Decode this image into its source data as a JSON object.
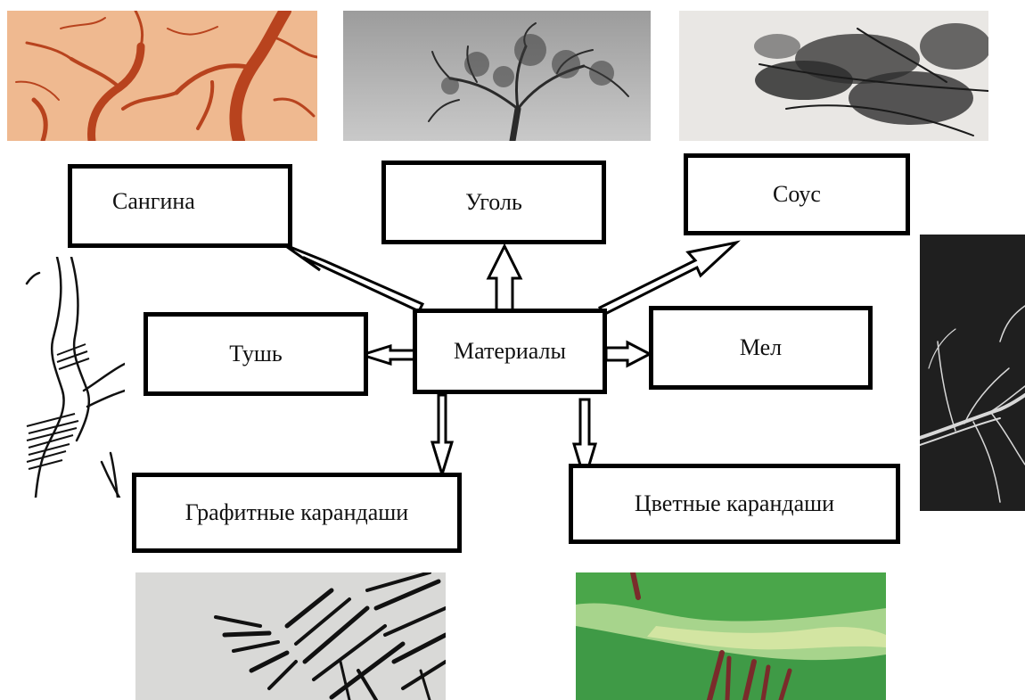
{
  "diagram": {
    "center": {
      "label": "Материалы"
    },
    "nodes": {
      "sangina": "Сангина",
      "ugol": "Уголь",
      "sous": "Соус",
      "tush": "Тушь",
      "mel": "Мел",
      "graphite": "Графитные карандаши",
      "colored": "Цветные карандаши"
    },
    "colors": {
      "sangina_sample": "#d9743f",
      "ugol_sample": "#9a9a9a",
      "sous_sample": "#3a3a3a",
      "mel_sample": "#1e1e1e",
      "graphite_sample": "#d8d8d6",
      "colored_sample": "#4fa84a"
    }
  }
}
